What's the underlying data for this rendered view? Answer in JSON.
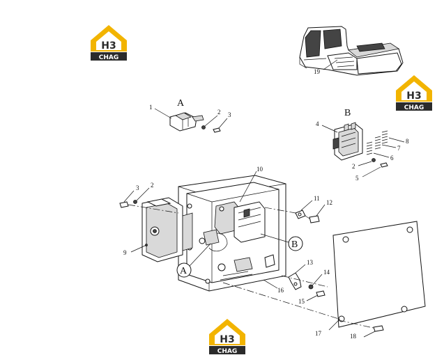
{
  "logo": {
    "top": "H3",
    "bottom": "CHAG",
    "color_yellow": "#f2b400",
    "color_dark": "#2b2b2b"
  },
  "callouts": {
    "n1": "1",
    "n2a": "2",
    "n3a": "3",
    "n4": "4",
    "n8": "8",
    "n7": "7",
    "n6": "6",
    "n2b": "2",
    "n5": "5",
    "n3b": "3",
    "n2c": "2",
    "n10": "10",
    "n11": "11",
    "n12": "12",
    "n9": "9",
    "n13": "13",
    "n14": "14",
    "n15": "15",
    "n16": "16",
    "n17": "17",
    "n18": "18",
    "n19": "19"
  },
  "views": {
    "A": "A",
    "B": "B",
    "A_ref": "A",
    "B_ref": "B"
  }
}
